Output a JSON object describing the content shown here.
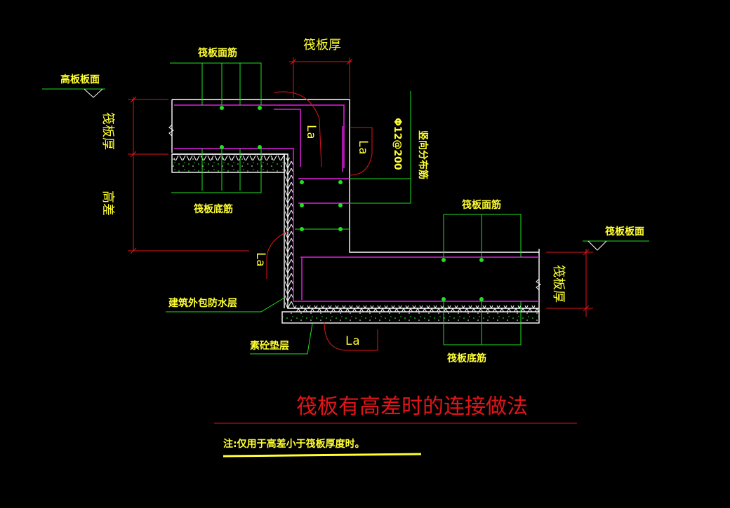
{
  "labels": {
    "high_slab_surface": "高板板面",
    "raft_top_bar_upper": "筏板面筋",
    "raft_thickness_top": "筏板厚",
    "raft_thickness_left": "筏板厚",
    "elevation_diff": "高差",
    "raft_bottom_bar_upper": "筏板底筋",
    "vertical_dist_bar": "Φ12@200",
    "vertical_dist_bar_name": "竖向分布筋",
    "raft_top_bar_lower": "筏板面筋",
    "raft_surface_right": "筏板板面",
    "raft_thickness_right": "筏板厚",
    "waterproof_layer": "建筑外包防水层",
    "plain_concrete_cushion": "素砼垫层",
    "raft_bottom_bar_lower": "筏板底筋",
    "la_1": "La",
    "la_2": "La",
    "la_3": "La",
    "la_4": "La"
  },
  "title": "筏板有高差时的连接做法",
  "note": "注:仅用于高差小于筏板厚度时。",
  "colors": {
    "background": "#000000",
    "concrete_outline": "#ffffff",
    "rebar": "#e020e0",
    "dimension": "#e0151a",
    "leader": "#20e020",
    "text": "#ffff33",
    "title": "#e0151a"
  }
}
